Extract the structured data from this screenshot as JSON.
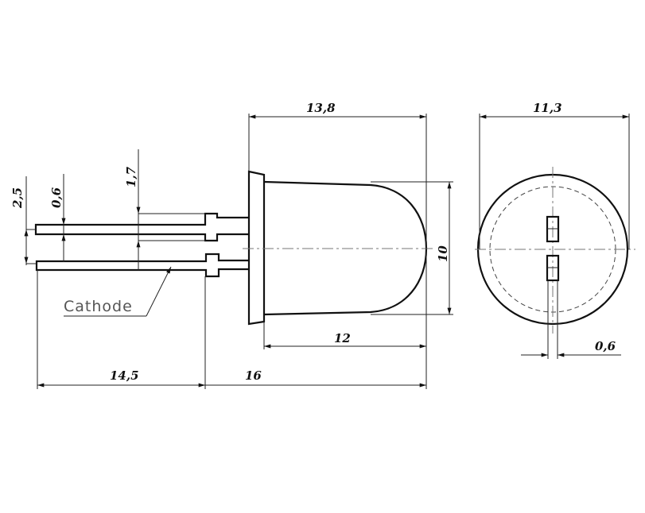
{
  "title": "10 mm LED dimensional drawing",
  "labels": {
    "cathode": "Cathode"
  },
  "dimensions": {
    "lead_pitch": "2,5",
    "lead_width": "0,6",
    "shoulder_width": "1,7",
    "flange_to_tip": "13,8",
    "body_diameter": "10",
    "body_length": "12",
    "lead_length": "14,5",
    "overall_from_shoulder": "16",
    "flange_diameter": "11,3",
    "end_view_lead_width": "0,6"
  }
}
